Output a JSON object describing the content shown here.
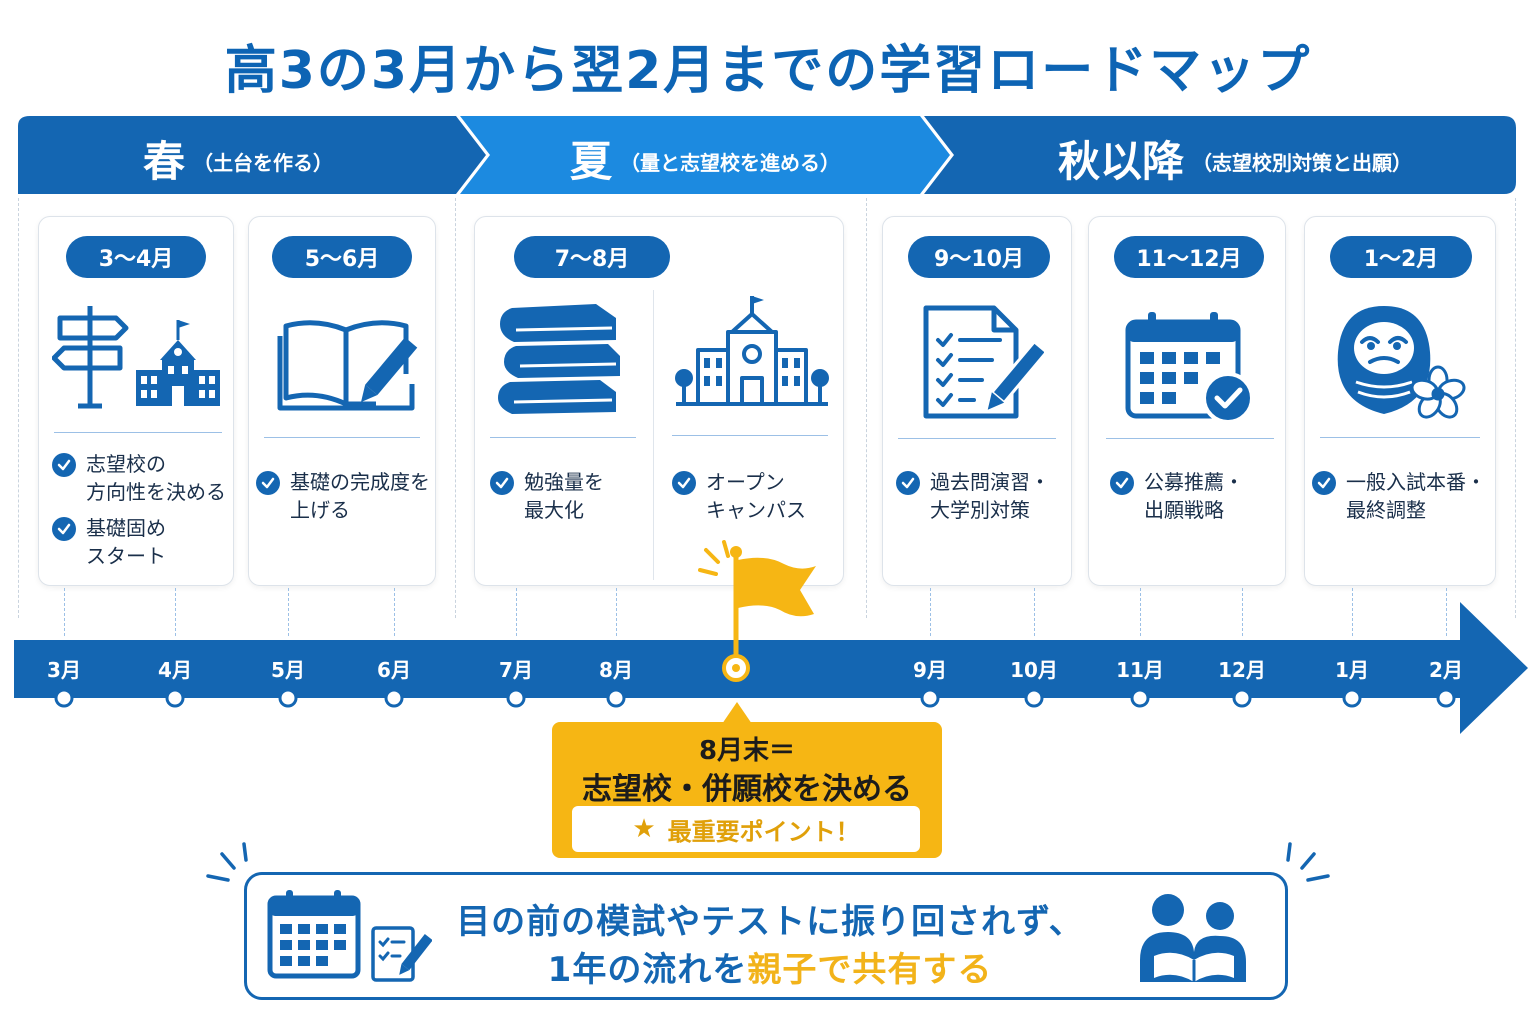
{
  "title": "高3の3月から翌2月までの学習ロードマップ",
  "seasons": [
    {
      "name": "春",
      "sub": "（土台を作る）"
    },
    {
      "name": "夏",
      "sub": "（量と志望校を進める）"
    },
    {
      "name": "秋以降",
      "sub": "（志望校別対策と出願）"
    }
  ],
  "periods": [
    {
      "label": "3〜4月",
      "icon": "signpost-school-icon",
      "tasks": [
        "志望校の\n方向性を決める",
        "基礎固め\nスタート"
      ]
    },
    {
      "label": "5〜6月",
      "icon": "open-book-pencil-icon",
      "tasks": [
        "基礎の完成度を\n上げる"
      ]
    },
    {
      "label": "7〜8月",
      "icon": "book-stack-icon",
      "tasks": [
        "勉強量を\n最大化",
        "オープン\nキャンパス"
      ]
    },
    {
      "label": "9〜10月",
      "icon": "checklist-pencil-icon",
      "tasks": [
        "過去問演習・\n大学別対策"
      ]
    },
    {
      "label": "11〜12月",
      "icon": "calendar-check-icon",
      "tasks": [
        "公募推薦・\n出願戦略"
      ]
    },
    {
      "label": "1〜2月",
      "icon": "daruma-sakura-icon",
      "tasks": [
        "一般入試本番・\n最終調整"
      ]
    }
  ],
  "timeline": {
    "months": [
      "3月",
      "4月",
      "5月",
      "6月",
      "7月",
      "8月",
      "9月",
      "10月",
      "11月",
      "12月",
      "1月",
      "2月"
    ]
  },
  "key_point": {
    "line1": "8月末＝",
    "line2": "志望校・併願校を決める",
    "badge": "最重要ポイント！",
    "badge_icon": "star-icon",
    "flag_icon": "flag-icon"
  },
  "message": {
    "line1": "目の前の模試やテストに振り回されず、",
    "line2_prefix": "1年の流れを",
    "line2_highlight": "親子で共有する",
    "icons": [
      "calendar-icon",
      "checklist-icon",
      "parent-child-reading-icon"
    ]
  },
  "colors": {
    "primary": "#1466b2",
    "summer": "#1c8ae0",
    "accent": "#f6b614"
  }
}
